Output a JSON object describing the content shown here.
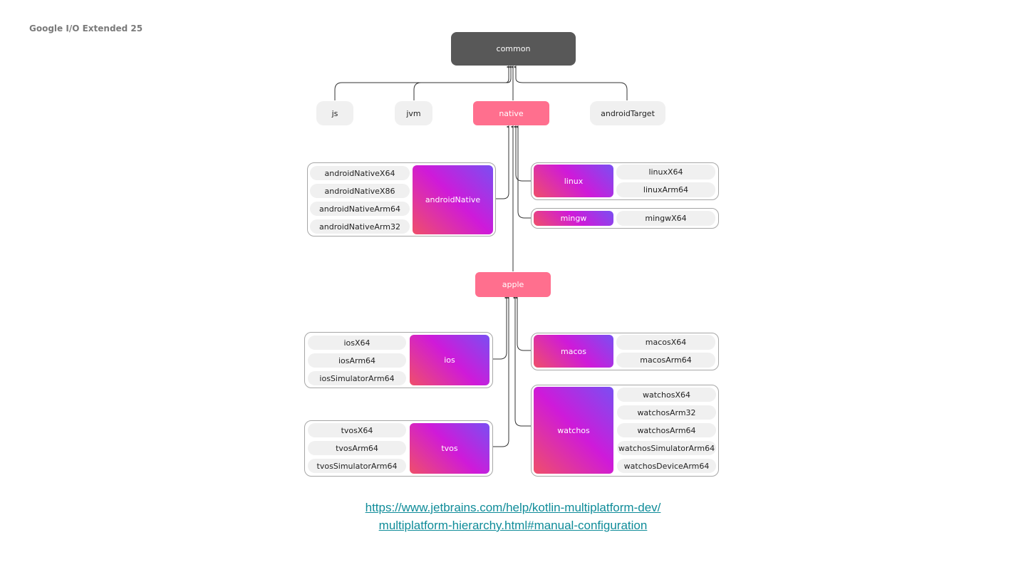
{
  "header": {
    "event": "Google I/O Extended 25"
  },
  "nodes": {
    "common": "common",
    "js": "js",
    "jvm": "jvm",
    "native": "native",
    "androidTarget": "androidTarget",
    "androidNative": "androidNative",
    "linux": "linux",
    "mingw": "mingw",
    "apple": "apple",
    "ios": "ios",
    "macos": "macos",
    "tvos": "tvos",
    "watchos": "watchos"
  },
  "targets": {
    "androidNative": [
      "androidNativeX64",
      "androidNativeX86",
      "androidNativeArm64",
      "androidNativeArm32"
    ],
    "linux": [
      "linuxX64",
      "linuxArm64"
    ],
    "mingw": [
      "mingwX64"
    ],
    "ios": [
      "iosX64",
      "iosArm64",
      "iosSimulatorArm64"
    ],
    "macos": [
      "macosX64",
      "macosArm64"
    ],
    "tvos": [
      "tvosX64",
      "tvosArm64",
      "tvosSimulatorArm64"
    ],
    "watchos": [
      "watchosX64",
      "watchosArm32",
      "watchosArm64",
      "watchosSimulatorArm64",
      "watchosDeviceArm64"
    ]
  },
  "link": {
    "line1": "https://www.jetbrains.com/help/kotlin-multiplatform-dev/",
    "line2": "multiplatform-hierarchy.html#manual-configuration"
  },
  "colors": {
    "dark": "#585858",
    "pink": "#ff6f8e",
    "gradient": [
      "#ef4f6a",
      "#cf1ad9",
      "#7a4ff2"
    ],
    "chip": "#f0f0f0",
    "link": "#0f8c99"
  }
}
